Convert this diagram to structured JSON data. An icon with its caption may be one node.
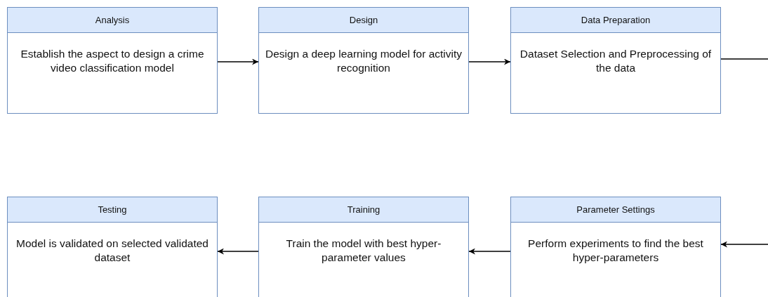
{
  "diagram": {
    "nodes": [
      {
        "text": [
          "Analysis",
          "Establish the aspect to design a crime video classification model"
        ]
      },
      {
        "text": [
          "Design",
          "Design a deep learning model for activity recognition"
        ]
      },
      {
        "text": [
          "Data Preparation",
          "Dataset Selection and Preprocessing of the data"
        ]
      },
      {
        "text": [
          "Testing",
          "Model is validated on selected validated dataset"
        ]
      },
      {
        "text": [
          "Training",
          "Train the model with best hyper-parameter values"
        ]
      },
      {
        "text": [
          "Parameter Settings",
          "Perform experiments to find the best hyper-parameters"
        ]
      }
    ],
    "edges": [
      {
        "from": 0,
        "to": 1,
        "arrow": "to"
      },
      {
        "from": 1,
        "to": 2,
        "arrow": "to"
      },
      {
        "from": 2,
        "to": null,
        "arrow": "none"
      },
      {
        "from": null,
        "to": 5,
        "arrow": "to"
      },
      {
        "from": 5,
        "to": 4,
        "arrow": "to"
      },
      {
        "from": 4,
        "to": 3,
        "arrow": "to"
      }
    ]
  }
}
